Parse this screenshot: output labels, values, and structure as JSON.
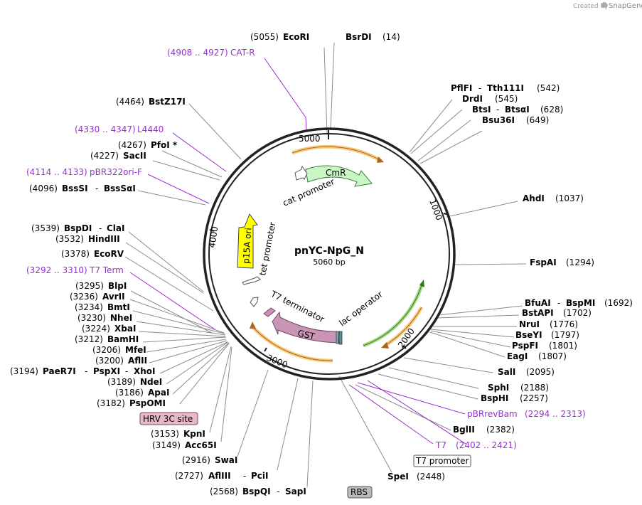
{
  "credit": "Created by",
  "brand": "SnapGene",
  "plasmid": {
    "name": "pnYC-NpG_N",
    "length": "5060 bp"
  },
  "ticks": [
    "1000",
    "2000",
    "3000",
    "4000",
    "5000"
  ],
  "features": {
    "cmr": "CmR",
    "cat_promoter": "cat promoter",
    "p15a": "p15A ori",
    "tet_promoter": "tet promoter",
    "t7_terminator": "T7 terminator",
    "lac_operator": "lac operator",
    "gst": "GST"
  },
  "boxes": {
    "hrv": "HRV 3C site",
    "t7p": "T7 promoter",
    "rbs": "RBS"
  },
  "labels": {
    "l0": {
      "pos": "(5055)",
      "name": "EcoRI"
    },
    "l1": {
      "name": "BsrDI",
      "pos": "(14)"
    },
    "l2": {
      "pos": "(4908 .. 4927)",
      "name": "CAT-R"
    },
    "l3": {
      "a": "PflFI",
      "b": "Tth111I",
      "pos": "(542)"
    },
    "l4": {
      "name": "DrdI",
      "pos": "(545)"
    },
    "l5": {
      "a": "BtsI",
      "b": "BtsαI",
      "pos": "(628)"
    },
    "l6": {
      "name": "Bsu36I",
      "pos": "(649)"
    },
    "l7": {
      "pos": "(4464)",
      "name": "BstZ17I"
    },
    "l8": {
      "pos": "(4330 .. 4347)",
      "name": "L4440"
    },
    "l9": {
      "pos": "(4267)",
      "name": "PfoI *"
    },
    "l10": {
      "pos": "(4227)",
      "name": "SacII"
    },
    "l11": {
      "pos": "(4114 .. 4133)",
      "name": "pBR322ori-F"
    },
    "l12": {
      "pos": "(4096)",
      "a": "BssSI",
      "b": "BssSαI"
    },
    "l13": {
      "name": "AhdI",
      "pos": "(1037)"
    },
    "l14": {
      "pos": "(3539)",
      "a": "BspDI",
      "b": "ClaI"
    },
    "l15": {
      "pos": "(3532)",
      "name": "HindIII"
    },
    "l16": {
      "pos": "(3378)",
      "name": "EcoRV"
    },
    "l17": {
      "name": "FspAI",
      "pos": "(1294)"
    },
    "l18": {
      "pos": "(3292 .. 3310)",
      "name": "T7 Term"
    },
    "l19": {
      "pos": "(3295)",
      "name": "BlpI"
    },
    "l20": {
      "pos": "(3236)",
      "name": "AvrII"
    },
    "l21": {
      "a": "BfuAI",
      "b": "BspMI",
      "pos": "(1692)"
    },
    "l22": {
      "pos": "(3234)",
      "name": "BmtI"
    },
    "l23": {
      "name": "BstAPI",
      "pos": "(1702)"
    },
    "l24": {
      "pos": "(3230)",
      "name": "NheI"
    },
    "l25": {
      "name": "NruI",
      "pos": "(1776)"
    },
    "l26": {
      "pos": "(3224)",
      "name": "XbaI"
    },
    "l27": {
      "name": "BseYI",
      "pos": "(1797)"
    },
    "l28": {
      "pos": "(3212)",
      "name": "BamHI"
    },
    "l29": {
      "name": "PspFI",
      "pos": "(1801)"
    },
    "l30": {
      "pos": "(3206)",
      "name": "MfeI"
    },
    "l31": {
      "name": "EagI",
      "pos": "(1807)"
    },
    "l32": {
      "pos": "(3200)",
      "name": "AflII"
    },
    "l33": {
      "pos": "(3194)",
      "a": "PaeR7I",
      "b": "PspXI",
      "c": "XhoI"
    },
    "l34": {
      "name": "SalI",
      "pos": "(2095)"
    },
    "l35": {
      "pos": "(3189)",
      "name": "NdeI"
    },
    "l36": {
      "name": "SphI",
      "pos": "(2188)"
    },
    "l37": {
      "pos": "(3186)",
      "name": "ApaI"
    },
    "l38": {
      "name": "BspHI",
      "pos": "(2257)"
    },
    "l39": {
      "pos": "(3182)",
      "name": "PspOMI"
    },
    "l40": {
      "name": "pBRrevBam",
      "pos": "(2294 .. 2313)"
    },
    "l41": {
      "name": "BglII",
      "pos": "(2382)"
    },
    "l42": {
      "pos": "(3153)",
      "name": "KpnI"
    },
    "l43": {
      "pos": "(3149)",
      "name": "Acc65I"
    },
    "l44": {
      "name": "T7",
      "pos": "(2402 .. 2421)"
    },
    "l45": {
      "pos": "(2916)",
      "name": "SwaI"
    },
    "l46": {
      "pos": "(2727)",
      "a": "AflIII",
      "b": "PciI"
    },
    "l47": {
      "name": "SpeI",
      "pos": "(2448)"
    },
    "l48": {
      "pos": "(2568)",
      "a": "BspQI",
      "b": "SapI"
    }
  },
  "colors": {
    "backbone": "#222222",
    "primer": "#9a2fd0",
    "orange": "#f5a623",
    "cmr": "#c8f7c5",
    "p15a": "#ffff00",
    "gst": "#c895b4",
    "lac_green": "#5cb82a",
    "hrv_box": "#e6b8c8",
    "rbs_box": "#bbbbbb"
  }
}
